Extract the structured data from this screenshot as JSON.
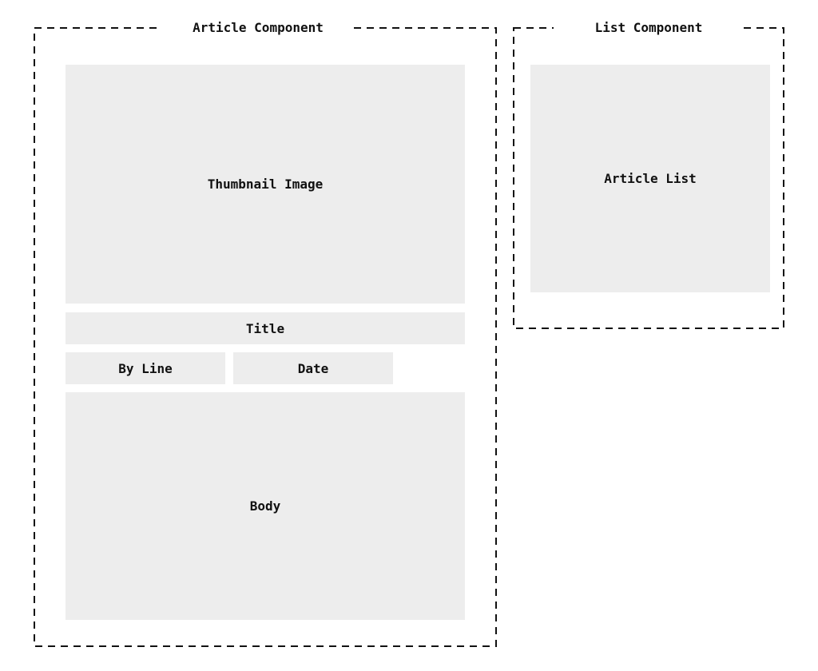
{
  "components": {
    "article": {
      "label": "Article Component",
      "blocks": {
        "thumbnail": "Thumbnail Image",
        "title": "Title",
        "byline": "By Line",
        "date": "Date",
        "body": "Body"
      }
    },
    "list": {
      "label": "List Component",
      "blocks": {
        "article_list": "Article List"
      }
    }
  },
  "colors": {
    "block_fill": "#ededed",
    "border": "#111111",
    "background": "#ffffff"
  }
}
